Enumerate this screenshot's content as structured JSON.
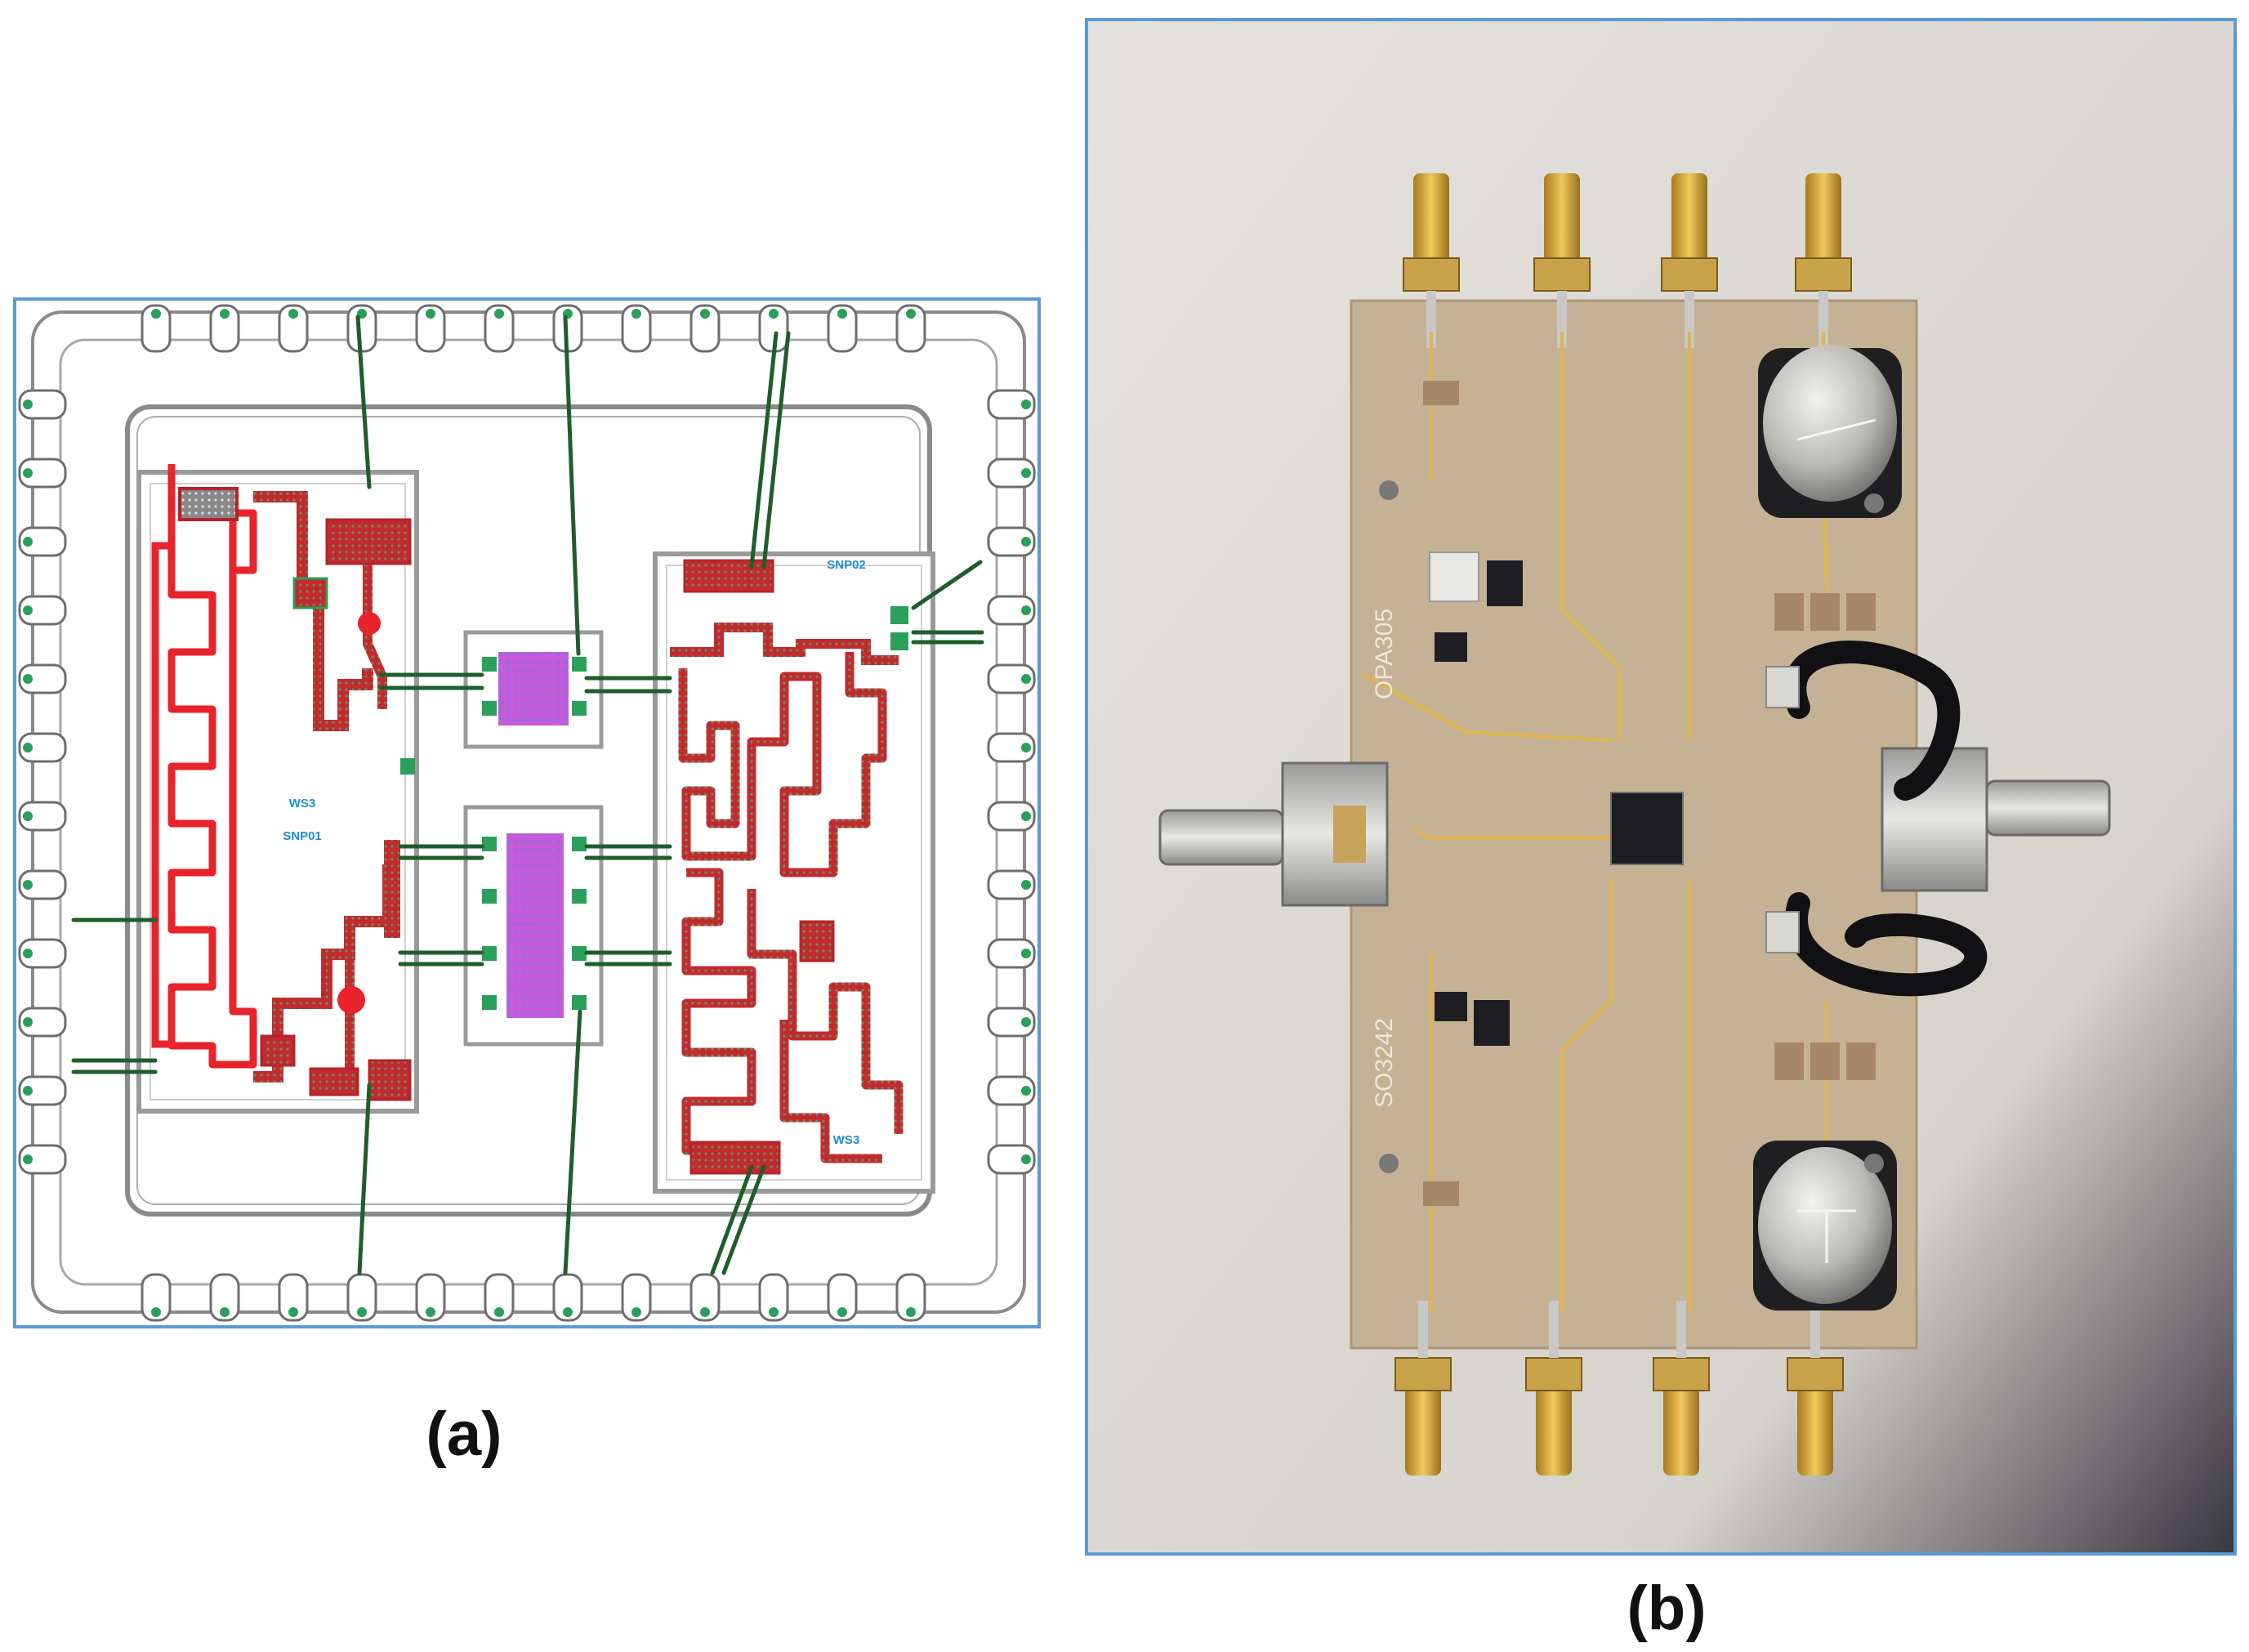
{
  "figure": {
    "panel_a": {
      "caption": "(a)",
      "layout_labels": {
        "left_die": [
          "WS3",
          "",
          "SNP01"
        ],
        "right_die_top": [
          "SNP02",
          ""
        ],
        "right_die_bottom": "WS3"
      }
    },
    "panel_b": {
      "caption": "(b)",
      "board_labels": {
        "upper": "OPA305",
        "lower": "SO3242"
      }
    },
    "colors": {
      "frame_border": "#5b9bd5",
      "trace_red": "#e8232b",
      "trace_dark_red": "#b5232a",
      "bond_wire": "#1f5e2a",
      "pad_green": "#2aa05a",
      "chip_magenta": "#c85ad8",
      "pcb_tan": "#c5b295",
      "gold_trace": "#e0b54d",
      "wall": "#dcdcd8"
    }
  }
}
